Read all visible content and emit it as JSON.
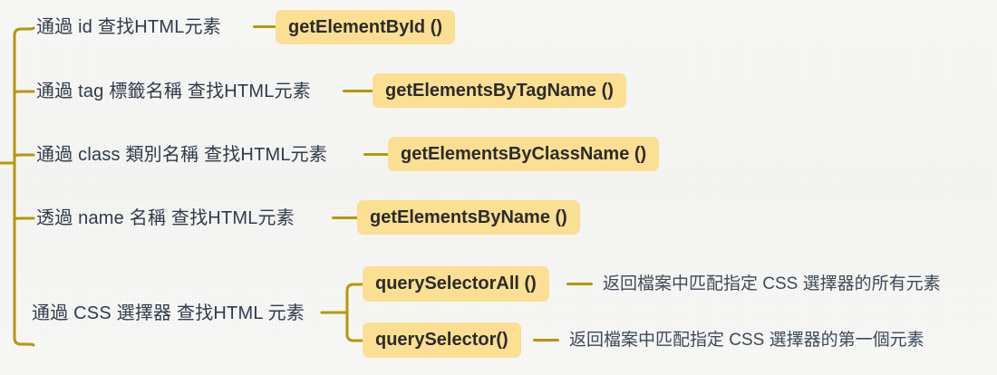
{
  "diagram": {
    "title": "HTML element selection methods mind map",
    "colors": {
      "background": "#f7f7f5",
      "badge_fill": "#fbdf92",
      "connector": "#b8960c",
      "label_text": "#2f3b4a",
      "badge_text": "#2b2b2b"
    },
    "root_bracket_name": "main-bracket"
  },
  "branches": [
    {
      "id": "by-id",
      "label": "通過 id 查找HTML元素",
      "method": "getElementById ()"
    },
    {
      "id": "by-tag-name",
      "label": "通過 tag 標籤名稱 查找HTML元素",
      "method": "getElementsByTagName ()"
    },
    {
      "id": "by-class-name",
      "label": "通過 class 類別名稱 查找HTML元素",
      "method": "getElementsByClassName ()"
    },
    {
      "id": "by-name",
      "label": "透過 name 名稱 查找HTML元素",
      "method": "getElementsByName ()"
    },
    {
      "id": "by-css-selector",
      "label": "通過 CSS 選擇器 查找HTML 元素",
      "method": null,
      "children": [
        {
          "id": "query-selector-all",
          "method": "querySelectorAll ()",
          "description": "返回檔案中匹配指定 CSS 選擇器的所有元素"
        },
        {
          "id": "query-selector",
          "method": "querySelector()",
          "description": "返回檔案中匹配指定 CSS 選擇器的第一個元素"
        }
      ]
    }
  ]
}
